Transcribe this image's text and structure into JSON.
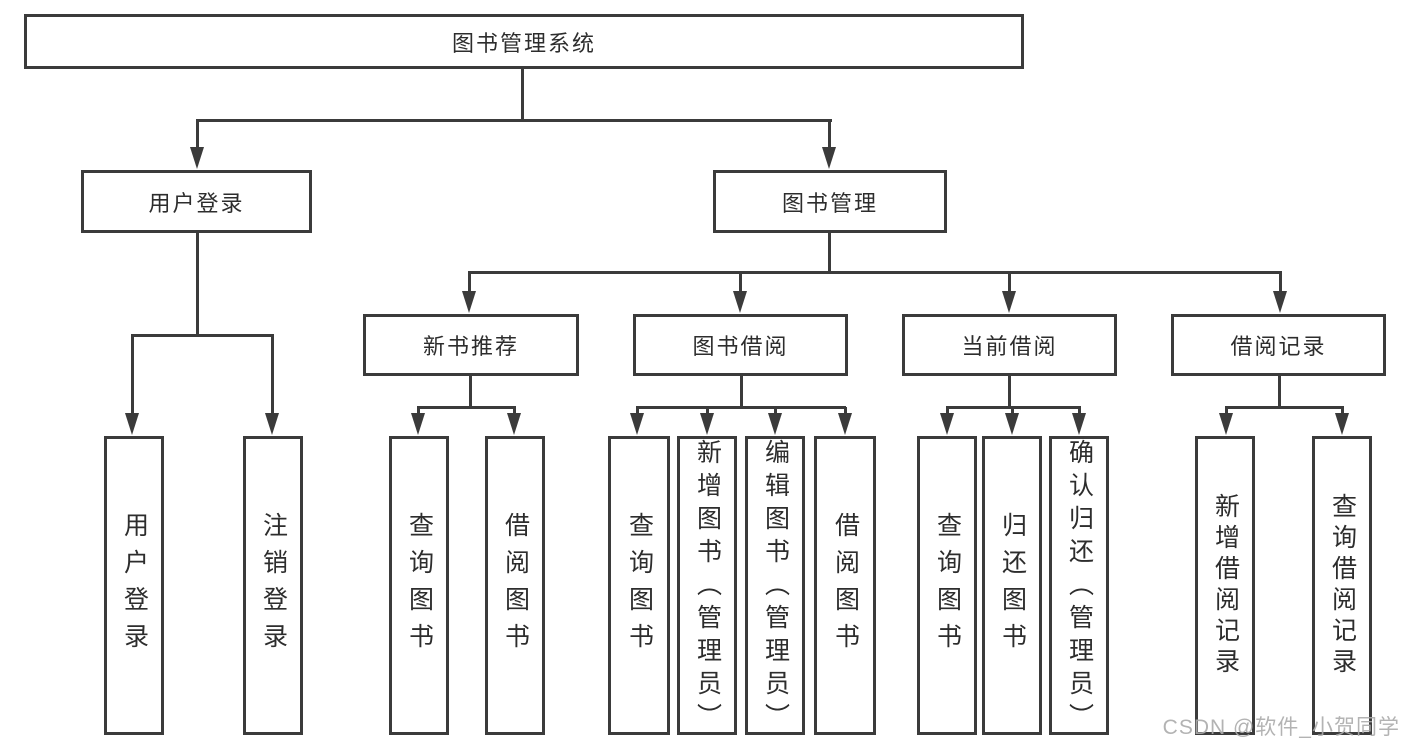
{
  "colors": {
    "line": "#3b3b3b",
    "border": "#3b3b3b",
    "text": "#2d2d2d",
    "watermark": "#ababab",
    "background": "#ffffff"
  },
  "watermark": "CSDN @软件_小贺同学",
  "nodes": {
    "root": "图书管理系统",
    "user_login": "用户登录",
    "book_management": "图书管理",
    "new_book_recommend": "新书推荐",
    "book_borrow": "图书借阅",
    "current_borrow": "当前借阅",
    "borrow_records": "借阅记录",
    "leaf_user_login": "用户登录",
    "leaf_logout_login": "注销登录",
    "leaf_query_book_1": "查询图书",
    "leaf_borrow_book_1": "借阅图书",
    "leaf_query_book_2": "查询图书",
    "leaf_add_book_admin": "新增图书（管理员）",
    "leaf_edit_book_admin": "编辑图书（管理员）",
    "leaf_borrow_book_2": "借阅图书",
    "leaf_query_book_3": "查询图书",
    "leaf_return_book": "归还图书",
    "leaf_confirm_return_admin": "确认归还（管理员）",
    "leaf_add_borrow_record": "新增借阅记录",
    "leaf_query_borrow_record": "查询借阅记录"
  },
  "hierarchy": {
    "图书管理系统": {
      "用户登录": [
        "用户登录",
        "注销登录"
      ],
      "图书管理": {
        "新书推荐": [
          "查询图书",
          "借阅图书"
        ],
        "图书借阅": [
          "查询图书",
          "新增图书（管理员）",
          "编辑图书（管理员）",
          "借阅图书"
        ],
        "当前借阅": [
          "查询图书",
          "归还图书",
          "确认归还（管理员）"
        ],
        "借阅记录": [
          "新增借阅记录",
          "查询借阅记录"
        ]
      }
    }
  }
}
